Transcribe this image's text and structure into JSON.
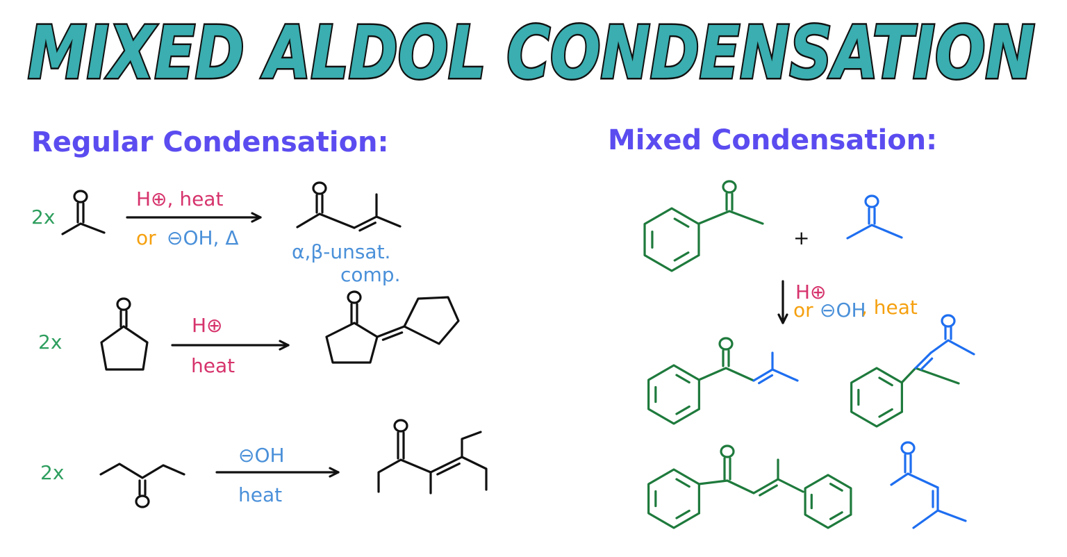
{
  "title": "MIXED ALDOL CONDENSATION",
  "colors": {
    "title_fill": "#3aaeb0",
    "heading": "#5b4cf0",
    "coefficient": "#2e9e5e",
    "acid": "#d6336c",
    "or": "#f5a00f",
    "base": "#4a90d9",
    "structure_black": "#111111",
    "structure_green": "#1e7a3c",
    "structure_blue": "#1e6ef0"
  },
  "regular": {
    "heading": "Regular Condensation:",
    "reactions": [
      {
        "coefficient": "2x",
        "above": "H⊕, heat",
        "below_or": "or",
        "below": "⊖OH, Δ",
        "product_note_1": "α,β-unsat.",
        "product_note_2": "comp."
      },
      {
        "coefficient": "2x",
        "above": "H⊕",
        "below": "heat"
      },
      {
        "coefficient": "2x",
        "above": "⊖OH",
        "below": "heat"
      }
    ]
  },
  "mixed": {
    "heading": "Mixed Condensation:",
    "plus": "+",
    "cond_acid": "H⊕",
    "cond_or": "or",
    "cond_base": "⊖OH",
    "cond_heat": ", heat"
  }
}
